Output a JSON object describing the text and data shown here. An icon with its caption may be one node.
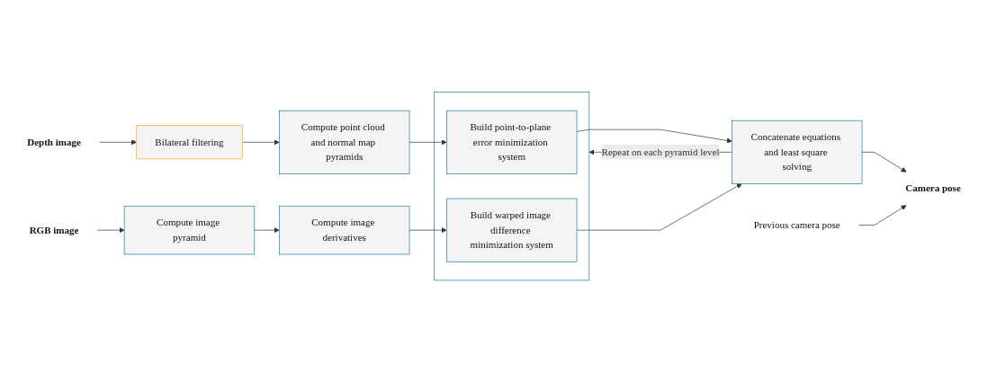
{
  "diagram": {
    "nodes": [
      {
        "text": [
          "Depth image"
        ]
      },
      {
        "text": [
          "Bilateral filtering"
        ]
      },
      {
        "text": [
          "Compute point cloud and normal map pyramids"
        ]
      },
      {
        "text": [],
        "shape": "box"
      },
      {
        "text": [
          "Build point-to-plane error minimization system"
        ],
        "in": 3
      },
      {
        "text": [
          "Concatenate equations and least square solving"
        ]
      },
      {
        "text": [
          "Camera pose"
        ]
      },
      {
        "text": [
          "RGB image"
        ]
      },
      {
        "text": [
          "Compute image pyramid"
        ]
      },
      {
        "text": [
          "Compute image derivatives"
        ]
      },
      {
        "text": [
          "Build warped image difference minimization system"
        ],
        "in": 3
      },
      {
        "text": [
          "Previous camera pose"
        ]
      }
    ],
    "edges": [
      {
        "from": 0,
        "to": 1,
        "arrow": "to"
      },
      {
        "from": 1,
        "to": 2,
        "arrow": "to"
      },
      {
        "from": 2,
        "to": 4,
        "arrow": "to"
      },
      {
        "from": 4,
        "to": 5,
        "arrow": "to"
      },
      {
        "from": 5,
        "to": 6,
        "arrow": "to"
      },
      {
        "from": 7,
        "to": 8,
        "arrow": "to"
      },
      {
        "from": 8,
        "to": 9,
        "arrow": "to"
      },
      {
        "from": 9,
        "to": 10,
        "arrow": "to"
      },
      {
        "from": 10,
        "to": 5,
        "arrow": "to"
      },
      {
        "from": 11,
        "to": 6,
        "arrow": "to"
      },
      {
        "from": 5,
        "to": 3,
        "label": "Repeat on each pyramid level",
        "arrow": "to"
      }
    ]
  }
}
